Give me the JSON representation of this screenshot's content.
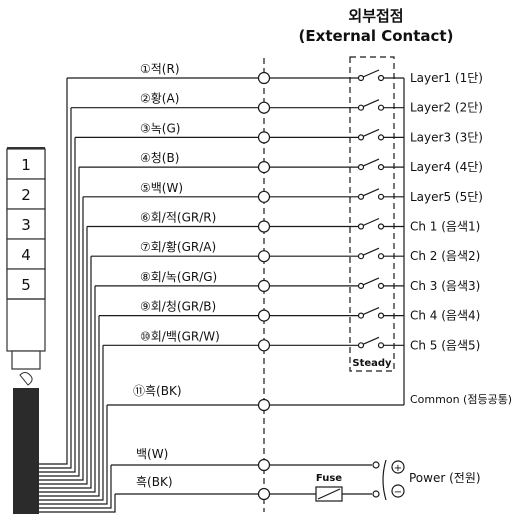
{
  "header": {
    "title_ko": "외부접점",
    "title_en": "(External Contact)"
  },
  "tower": {
    "segments": [
      "1",
      "2",
      "3",
      "4",
      "5"
    ]
  },
  "wires": [
    {
      "label": "①적(R)",
      "contact": "Layer1 (1단)"
    },
    {
      "label": "②황(A)",
      "contact": "Layer2 (2단)"
    },
    {
      "label": "③녹(G)",
      "contact": "Layer3 (3단)"
    },
    {
      "label": "④청(B)",
      "contact": "Layer4 (4단)"
    },
    {
      "label": "⑤백(W)",
      "contact": "Layer5 (5단)"
    },
    {
      "label": "⑥회/적(GR/R)",
      "contact": "Ch 1 (음색1)"
    },
    {
      "label": "⑦회/황(GR/A)",
      "contact": "Ch 2 (음색2)"
    },
    {
      "label": "⑧회/녹(GR/G)",
      "contact": "Ch 3 (음색3)"
    },
    {
      "label": "⑨회/청(GR/B)",
      "contact": "Ch 4 (음색4)"
    },
    {
      "label": "⑩회/백(GR/W)",
      "contact": "Ch 5 (음색5)"
    }
  ],
  "steady_label": "Steady",
  "common": {
    "label": "⑪흑(BK)",
    "contact": "Common (점등공통)"
  },
  "power": {
    "white_label": "백(W)",
    "black_label": "흑(BK)",
    "fuse_label": "Fuse",
    "label": "Power (전원)",
    "plus_symbol": "+",
    "minus_symbol": "−"
  }
}
